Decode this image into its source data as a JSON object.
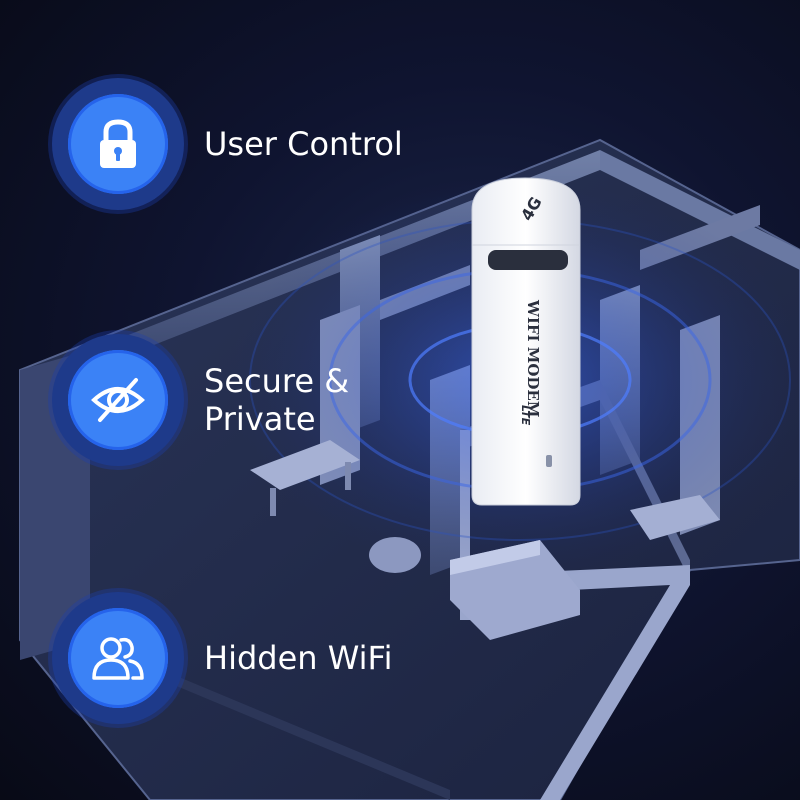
{
  "features": [
    {
      "icon": "lock-icon",
      "label": "User Control"
    },
    {
      "icon": "eye-slash-icon",
      "label_line1": "Secure &",
      "label_line2": "Private"
    },
    {
      "icon": "users-icon",
      "label": "Hidden WiFi"
    }
  ],
  "device": {
    "badge": "4G",
    "model": "WIFI MODEM",
    "network": "LTE"
  },
  "colors": {
    "badge_outer": "#1e3a8a",
    "badge_inner": "#3b82f6",
    "text": "#ffffff",
    "background": "#0b0e1a"
  }
}
